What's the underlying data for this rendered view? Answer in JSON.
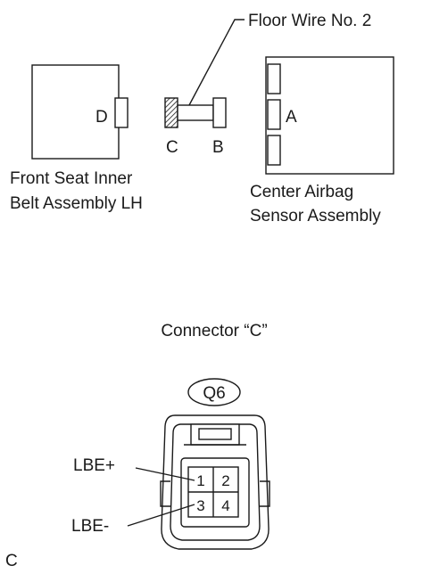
{
  "wire": {
    "label": "Floor Wire No. 2"
  },
  "left_component": {
    "line1": "Front Seat Inner",
    "line2": "Belt Assembly LH",
    "connector": "D"
  },
  "right_component": {
    "line1": "Center Airbag",
    "line2": "Sensor Assembly",
    "connector": "A"
  },
  "wire_ends": {
    "left": "C",
    "right": "B"
  },
  "connector_view": {
    "title": "Connector “C”",
    "code": "Q6",
    "pins": [
      "1",
      "2",
      "3",
      "4"
    ],
    "signals": {
      "plus": "LBE+",
      "minus": "LBE-"
    }
  },
  "figure_code": "C"
}
